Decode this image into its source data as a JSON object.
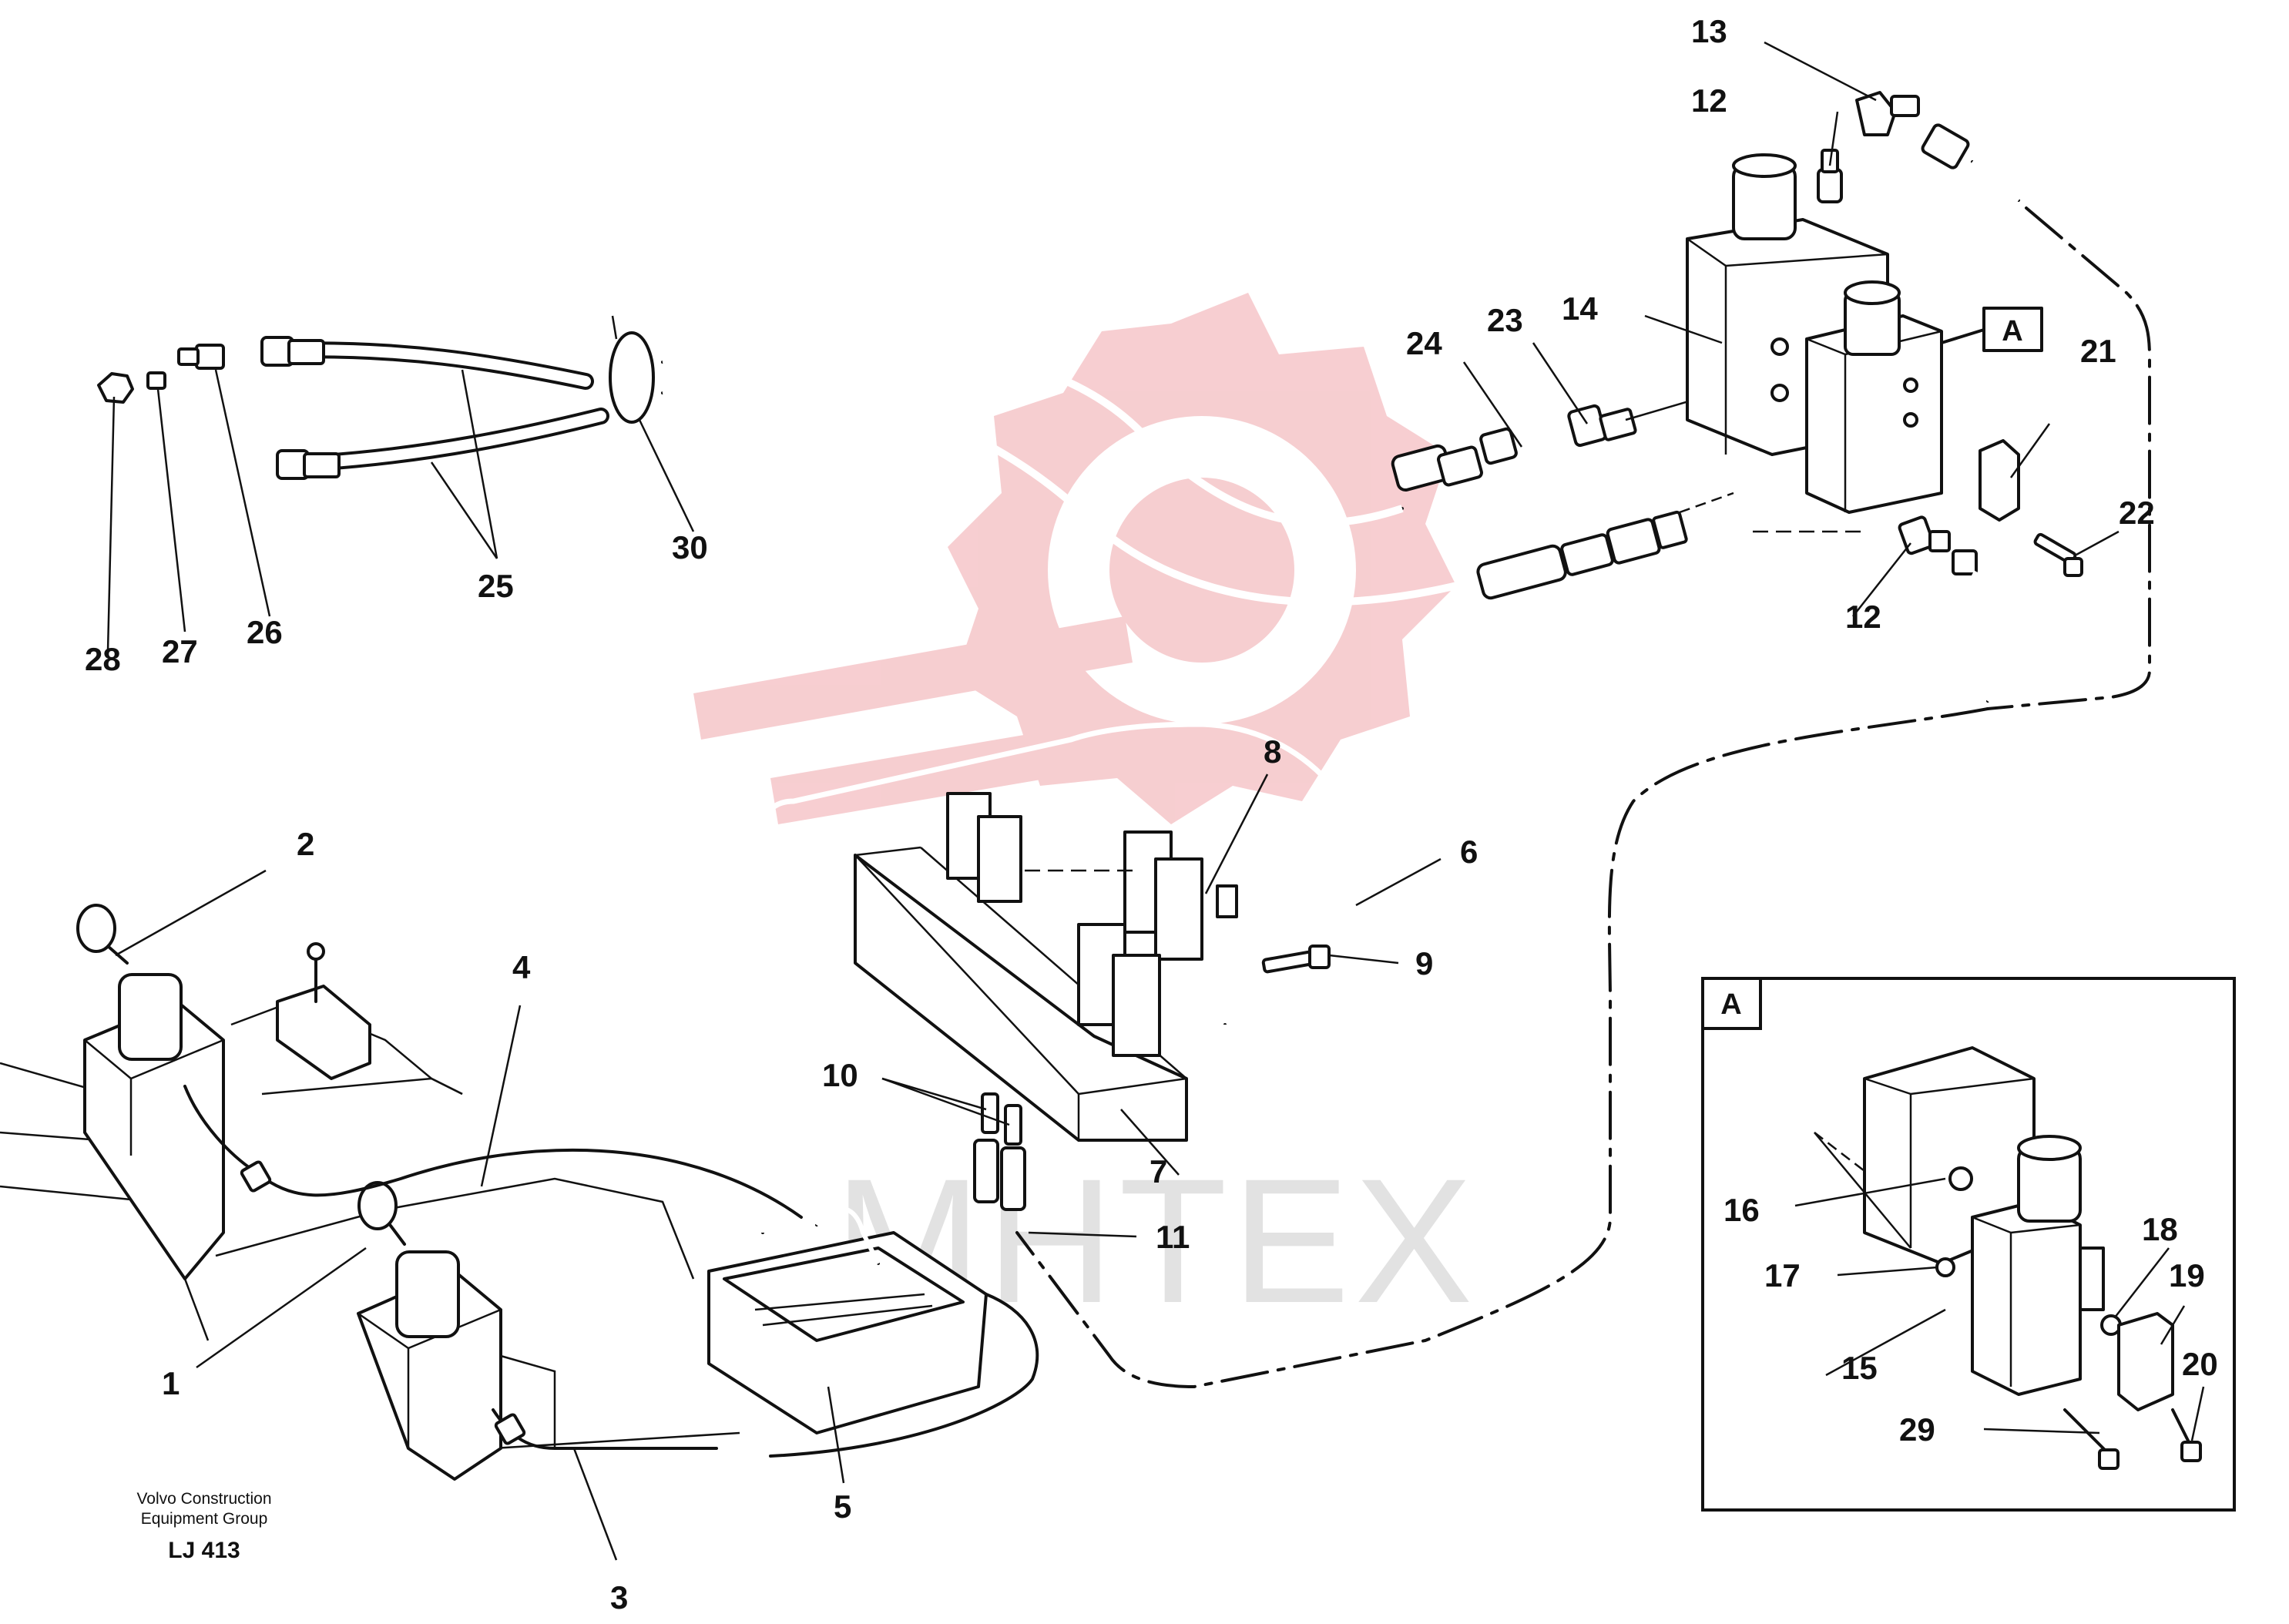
{
  "footer": {
    "company_line1": "Volvo Construction",
    "company_line2": "Equipment Group",
    "drawing_code": "LJ 413"
  },
  "watermark": {
    "text": "MHTEX",
    "gear_color": "#f6c9cc",
    "text_color": "#e2e2e2"
  },
  "detail": {
    "title": "A",
    "callout": "A"
  },
  "callouts": [
    "1",
    "2",
    "3",
    "4",
    "5",
    "6",
    "7",
    "8",
    "9",
    "10",
    "11",
    "12",
    "12",
    "13",
    "14",
    "15",
    "16",
    "17",
    "18",
    "19",
    "20",
    "21",
    "22",
    "23",
    "24",
    "25",
    "26",
    "27",
    "28",
    "29",
    "30"
  ]
}
